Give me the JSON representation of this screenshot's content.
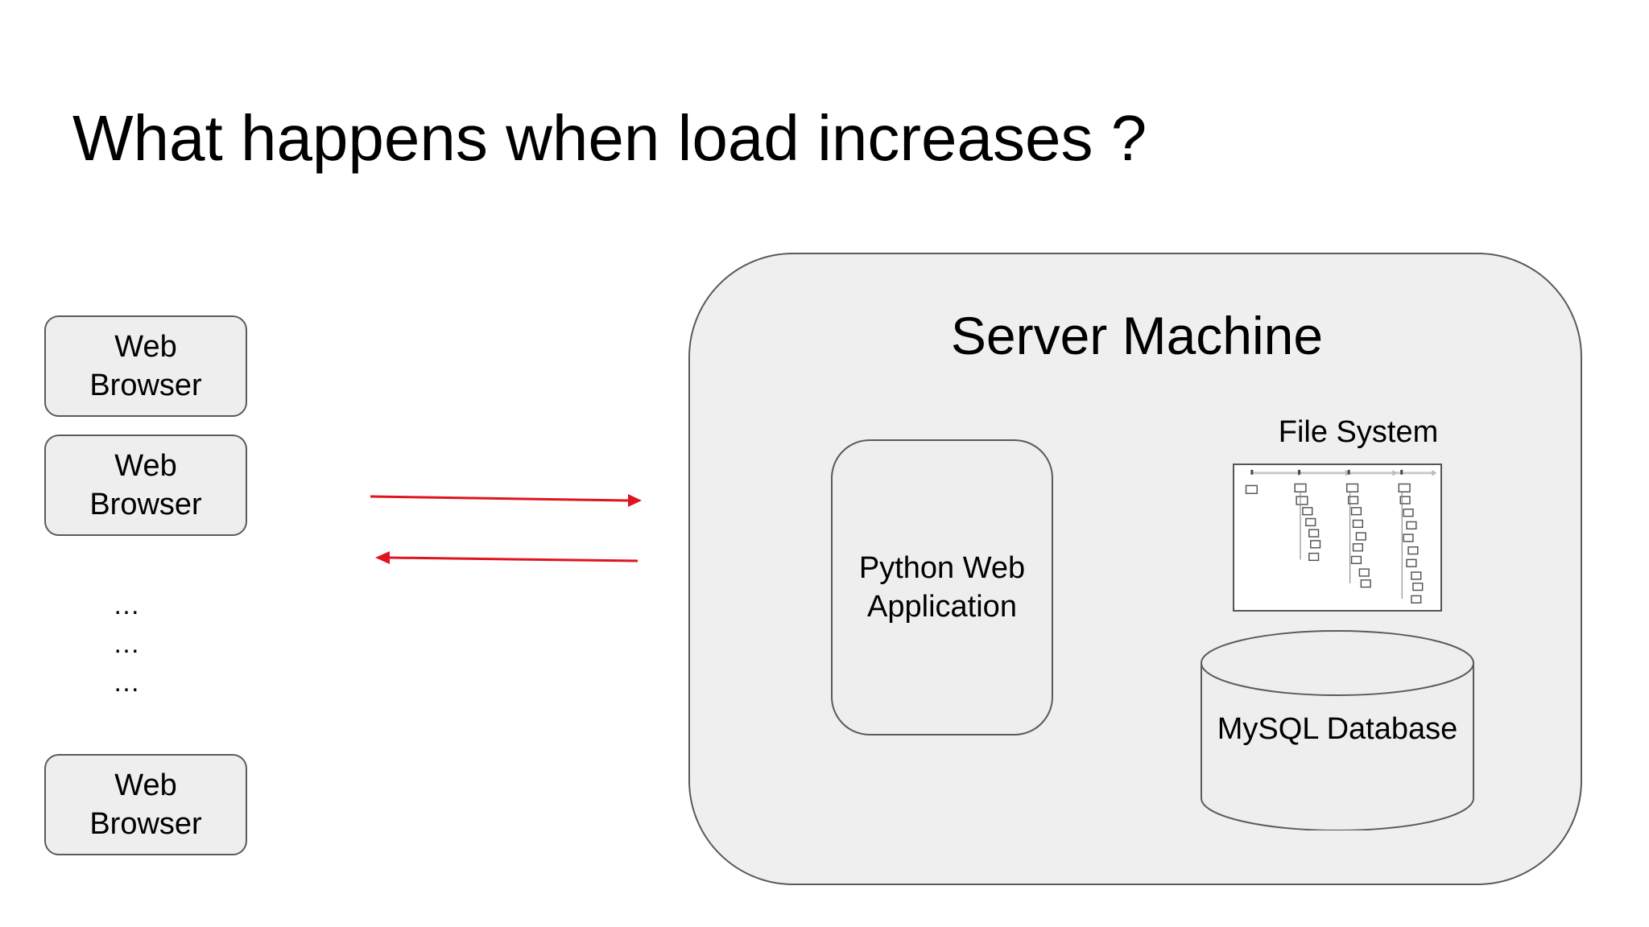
{
  "slide": {
    "title": "What happens when load increases ?"
  },
  "clients": {
    "browsers": [
      {
        "label": "Web Browser"
      },
      {
        "label": "Web Browser"
      },
      {
        "label": "Web Browser"
      }
    ],
    "ellipsis": [
      "…",
      "…",
      "…"
    ]
  },
  "connections": {
    "request_arrow_color": "#e0141e",
    "response_arrow_color": "#e0141e"
  },
  "server": {
    "title": "Server Machine",
    "application": {
      "label": "Python Web Application"
    },
    "file_system": {
      "label": "File System"
    },
    "database": {
      "label": "MySQL Database"
    }
  }
}
